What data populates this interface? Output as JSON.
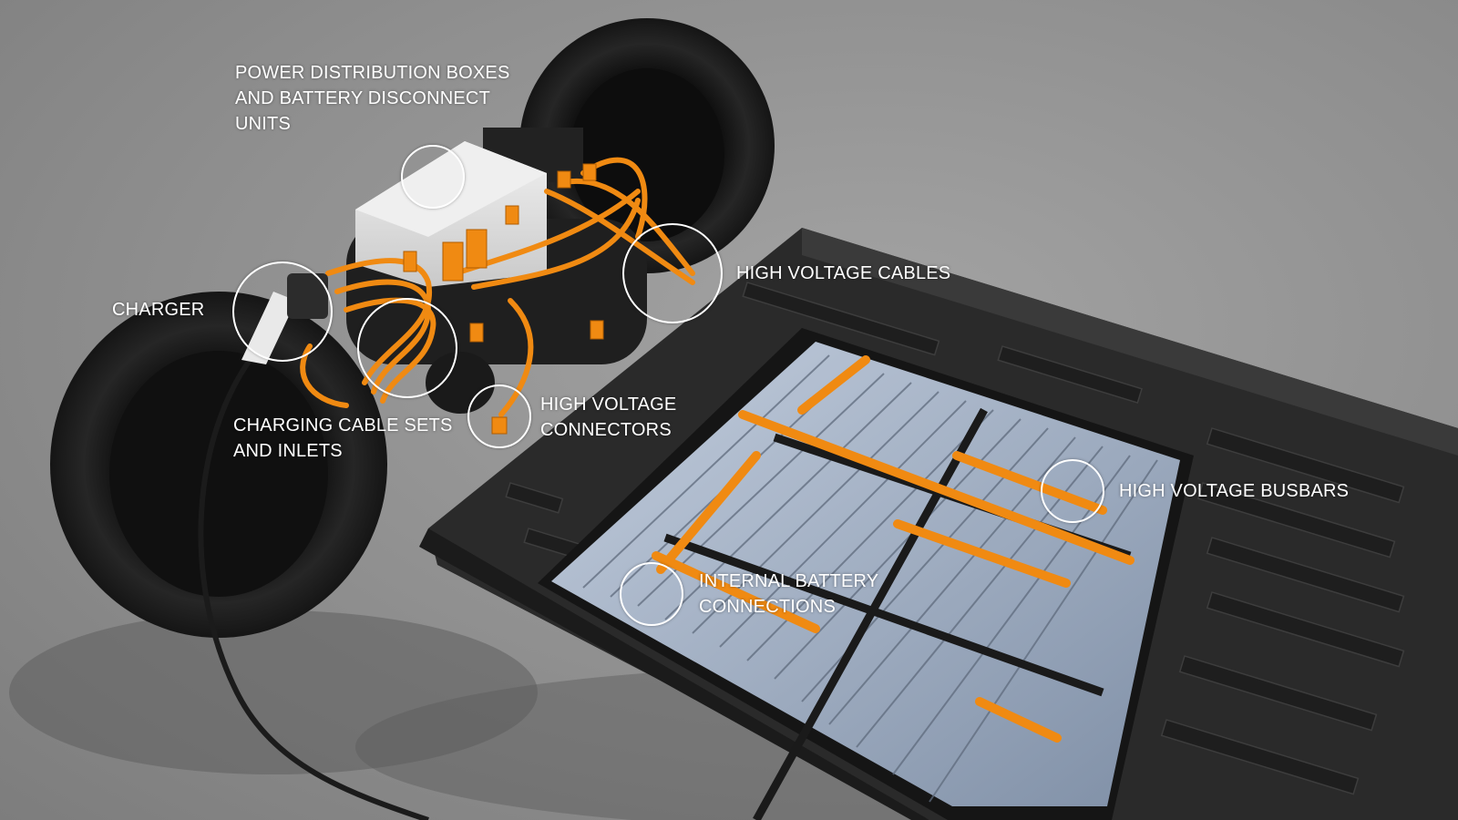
{
  "colors": {
    "background": "#8f8f8f",
    "tire": "#1c1c1c",
    "tray": "#262626",
    "cells": "#9aa9bd",
    "copper_orange": "#f08a12",
    "pdu_box": "#e4e4e4",
    "label_text": "#ffffff"
  },
  "callouts": [
    {
      "id": "power-distribution",
      "lines": [
        "POWER DISTRIBUTION BOXES",
        "AND BATTERY DISCONNECT",
        "UNITS"
      ]
    },
    {
      "id": "charger",
      "lines": [
        "CHARGER"
      ]
    },
    {
      "id": "high-voltage-cables",
      "lines": [
        "HIGH VOLTAGE CABLES"
      ]
    },
    {
      "id": "charging-cable-sets",
      "lines": [
        "CHARGING CABLE SETS",
        "AND INLETS"
      ]
    },
    {
      "id": "high-voltage-connectors",
      "lines": [
        "HIGH VOLTAGE",
        "CONNECTORS"
      ]
    },
    {
      "id": "high-voltage-busbars",
      "lines": [
        "HIGH VOLTAGE BUSBARS"
      ]
    },
    {
      "id": "internal-battery-connections",
      "lines": [
        "INTERNAL BATTERY",
        "CONNECTIONS"
      ]
    }
  ]
}
